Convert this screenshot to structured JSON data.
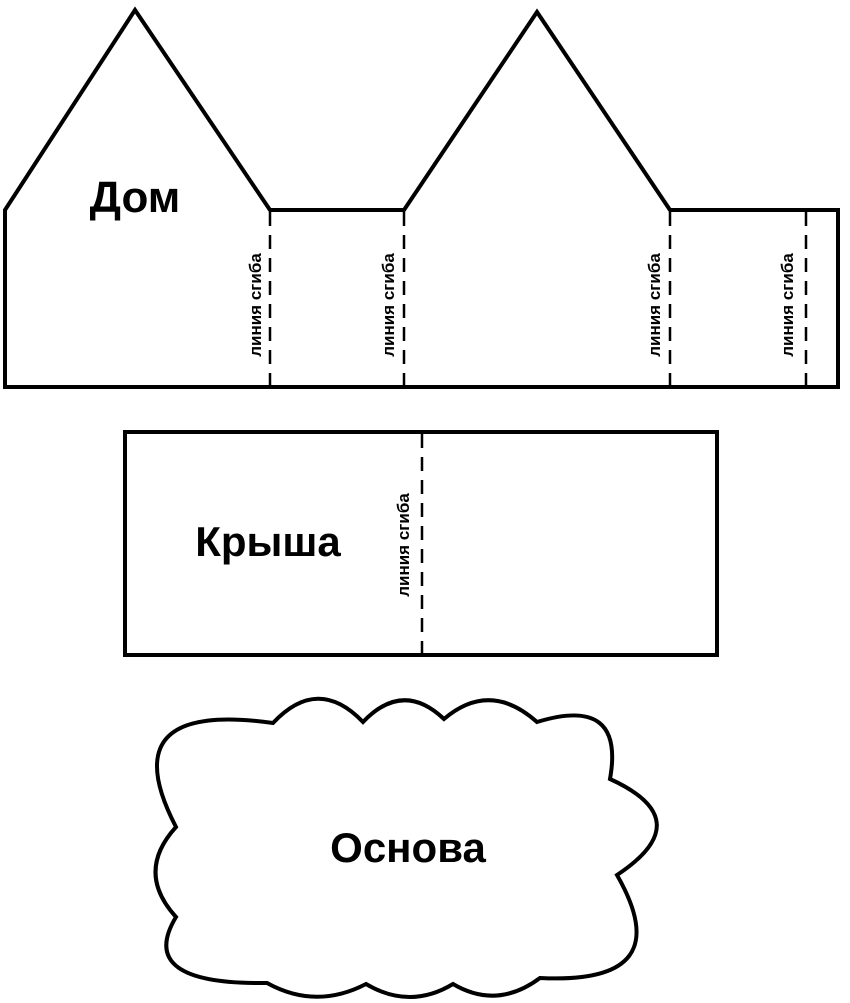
{
  "house": {
    "title": "Дом",
    "fold_labels": [
      "линия сгиба",
      "линия сгиба",
      "линия сгиба",
      "линия сгиба"
    ]
  },
  "roof": {
    "title": "Крыша",
    "fold_label": "линия сгиба"
  },
  "base": {
    "title": "Основа"
  },
  "colors": {
    "stroke": "#000000",
    "background": "#ffffff"
  }
}
